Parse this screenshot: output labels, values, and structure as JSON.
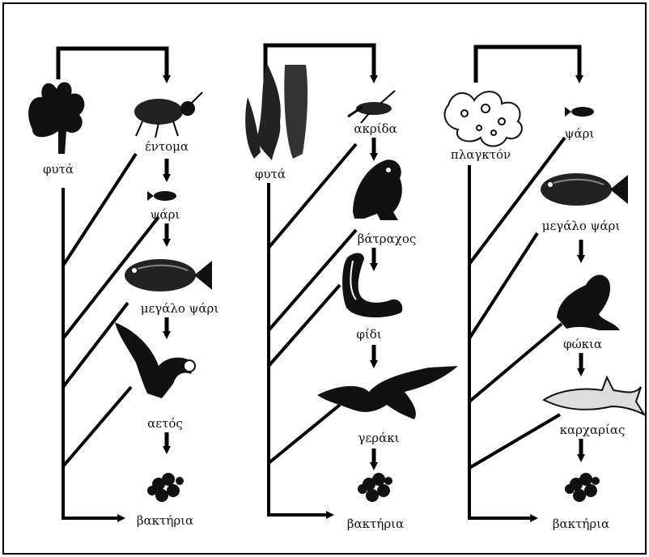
{
  "chains": [
    {
      "plant": "φυτά",
      "consumers": [
        "έντομα",
        "ψάρι",
        "μεγάλο ψάρι",
        "αετός"
      ],
      "decomposer": "βακτήρια"
    },
    {
      "plant": "φυτά",
      "consumers": [
        "ακρίδα",
        "βάτραχος",
        "φίδι",
        "γεράκι"
      ],
      "decomposer": "βακτήρια"
    },
    {
      "plant": "πλαγκτόν",
      "consumers": [
        "ψάρι",
        "μεγάλο ψάρι",
        "φώκια",
        "καρχαρίας"
      ],
      "decomposer": "βακτήρια"
    }
  ],
  "icons": {
    "chain1": [
      "plant-icon",
      "insect-icon",
      "fish-icon",
      "big-fish-icon",
      "eagle-icon",
      "bacteria-icon"
    ],
    "chain2": [
      "tree-icon",
      "grasshopper-icon",
      "frog-icon",
      "snake-icon",
      "hawk-icon",
      "bacteria-icon"
    ],
    "chain3": [
      "plankton-icon",
      "fish-icon",
      "big-fish-icon",
      "seal-icon",
      "shark-icon",
      "bacteria-icon"
    ]
  },
  "colors": {
    "ink": "#000000",
    "border": "#000000",
    "background": "#ffffff"
  }
}
